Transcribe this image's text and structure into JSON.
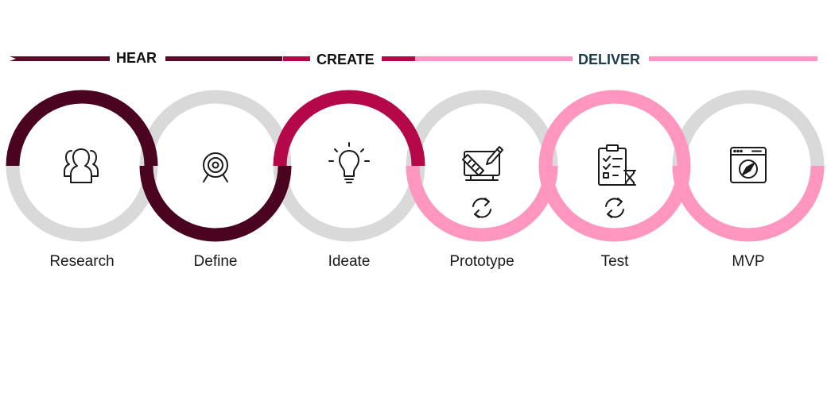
{
  "phases": [
    {
      "label": "HEAR",
      "color": "#5c0a28",
      "text_color": "#111111"
    },
    {
      "label": "CREATE",
      "color": "#b5084a",
      "text_color": "#111111"
    },
    {
      "label": "DELIVER",
      "color": "#ff96bf",
      "text_color": "#1c3a4a"
    }
  ],
  "colors": {
    "ring_base": "#d9d9d9",
    "hear": "#4a0420",
    "create": "#b5084a",
    "deliver": "#ff96bf",
    "icon": "#1a1a1a"
  },
  "steps": [
    {
      "label": "Research",
      "icon": "people-icon",
      "phase": "HEAR"
    },
    {
      "label": "Define",
      "icon": "target-icon",
      "phase": "HEAR"
    },
    {
      "label": "Ideate",
      "icon": "lightbulb-icon",
      "phase": "CREATE"
    },
    {
      "label": "Prototype",
      "icon": "design-tools-icon",
      "phase": "DELIVER",
      "cycle_icon": "refresh-icon"
    },
    {
      "label": "Test",
      "icon": "checklist-hourglass-icon",
      "phase": "DELIVER",
      "cycle_icon": "refresh-icon"
    },
    {
      "label": "MVP",
      "icon": "browser-compass-icon",
      "phase": "DELIVER"
    }
  ]
}
